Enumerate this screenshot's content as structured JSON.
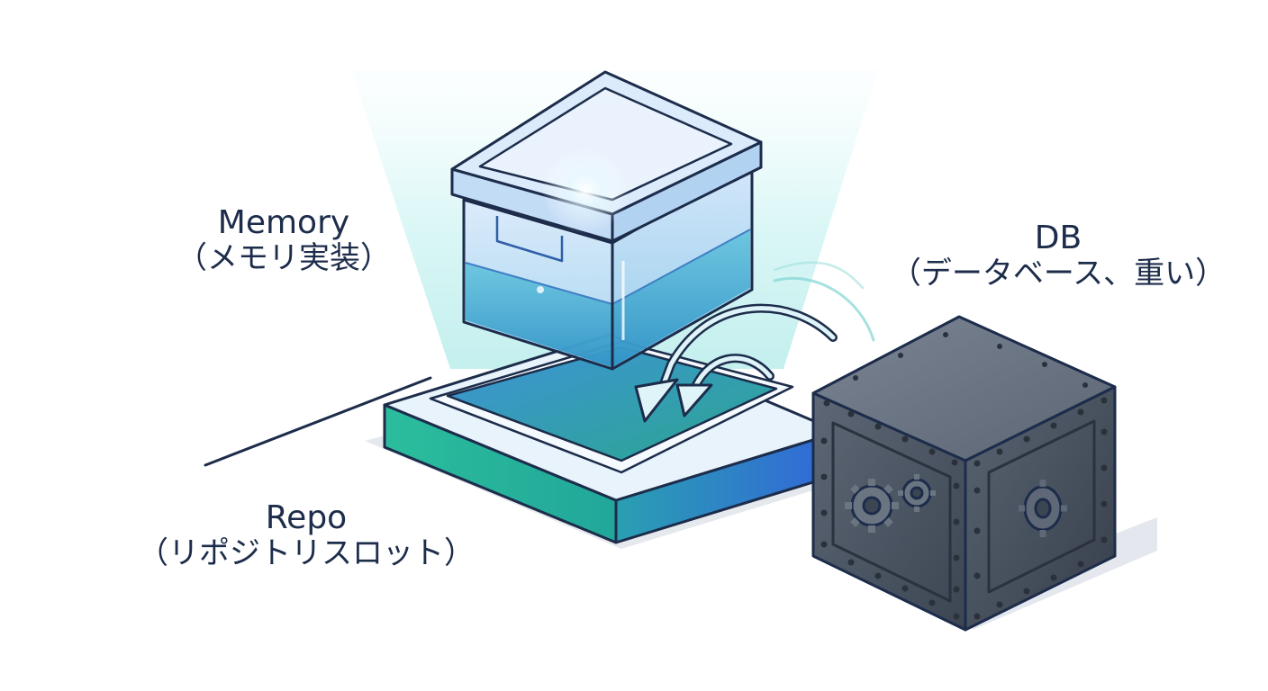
{
  "labels": {
    "memory": {
      "title": "Memory",
      "subtitle": "（メモリ実装）"
    },
    "db": {
      "title": "DB",
      "subtitle": "（データベース、重い）"
    },
    "repo": {
      "title": "Repo",
      "subtitle": "（リポジトリスロット）"
    }
  },
  "colors": {
    "outline": "#1c2c4a",
    "memory_glass": "#bcd6f5",
    "memory_water": "#3fa7c8",
    "slot_teal": "#24b39a",
    "slot_blue": "#2f6fd6",
    "db_metal": "#4a5563",
    "light_beam": "#b9f0ee"
  }
}
